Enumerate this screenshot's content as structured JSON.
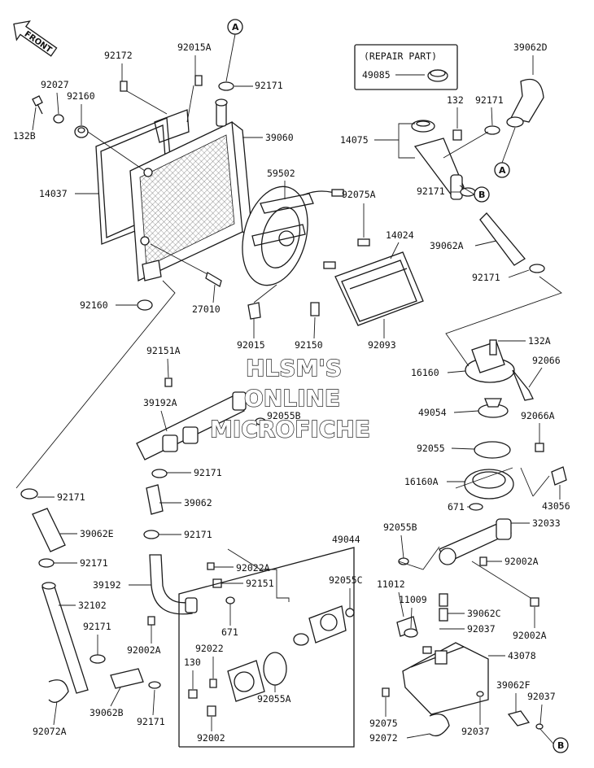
{
  "front_label": "FRONT",
  "repair_part_title": "(REPAIR PART)",
  "repair_part_number": "49085",
  "watermark": [
    "HLSM'S",
    "ONLINE",
    "MICROFICHE"
  ],
  "callouts": [
    "A",
    "A",
    "B",
    "B"
  ],
  "parts": [
    "92172",
    "92015A",
    "92171",
    "92027",
    "92160",
    "132B",
    "39060",
    "14037",
    "59502",
    "92160",
    "27010",
    "92015",
    "92150",
    "92075A",
    "14024",
    "92093",
    "39062D",
    "132",
    "92171",
    "14075",
    "92171",
    "39062A",
    "92171",
    "132A",
    "92066",
    "16160",
    "49054",
    "92066A",
    "92055",
    "16160A",
    "43056",
    "671",
    "32033",
    "92055B",
    "92002A",
    "92002A",
    "92151A",
    "39192A",
    "92055B",
    "92171",
    "92171",
    "39062",
    "39062E",
    "92171",
    "92171",
    "49044",
    "92022A",
    "92151",
    "92055C",
    "39192",
    "32102",
    "671",
    "92002A",
    "92171",
    "92022",
    "130",
    "92055A",
    "92072A",
    "39062B",
    "92171",
    "92002",
    "11012",
    "11009",
    "39062C",
    "92037",
    "43078",
    "39062F",
    "92037",
    "92075",
    "92072",
    "92037"
  ]
}
